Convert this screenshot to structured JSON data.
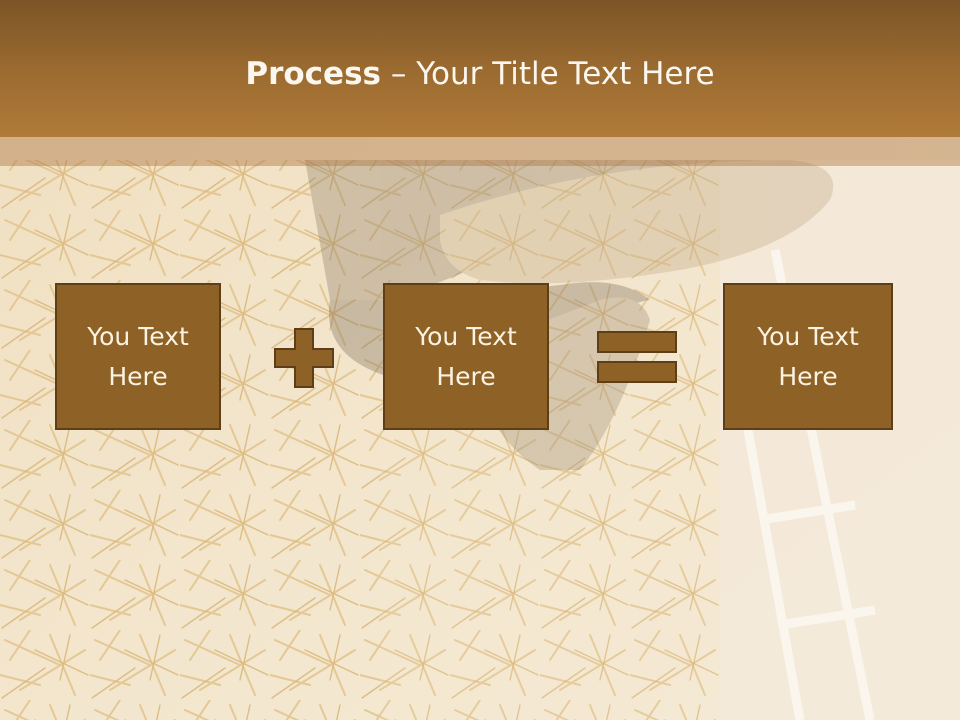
{
  "title": {
    "bold": "Process",
    "rest": " – Your Title Text Here"
  },
  "boxes": [
    {
      "label": "You Text Here"
    },
    {
      "label": "You Text Here"
    },
    {
      "label": "You Text Here"
    }
  ],
  "colors": {
    "header": "#9a6a30",
    "box_fill": "#8e6126",
    "box_border": "#5e3e16",
    "box_text": "#fbf3e2",
    "title_text": "#fbf6ee"
  },
  "icons": {
    "operator_1": "plus-icon",
    "operator_2": "equals-icon"
  }
}
